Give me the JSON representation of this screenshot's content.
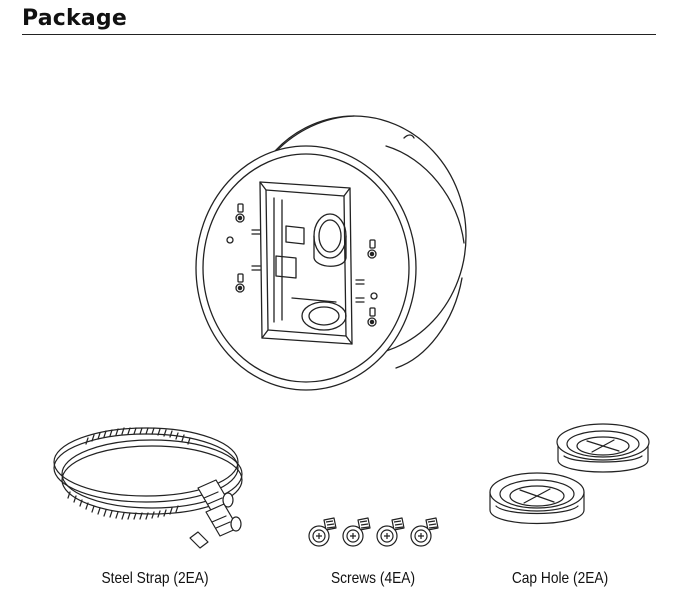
{
  "page": {
    "title": "Package"
  },
  "items": [
    {
      "caption": "Steel Strap (2EA)",
      "icon": "steel-strap-icon"
    },
    {
      "caption": "Screws (4EA)",
      "icon": "screw-icon"
    },
    {
      "caption": "Cap Hole (2EA)",
      "icon": "cap-hole-icon"
    }
  ],
  "main_item": {
    "icon": "mount-box-icon"
  },
  "colors": {
    "line": "#222222",
    "text": "#111111",
    "background": "#ffffff"
  }
}
